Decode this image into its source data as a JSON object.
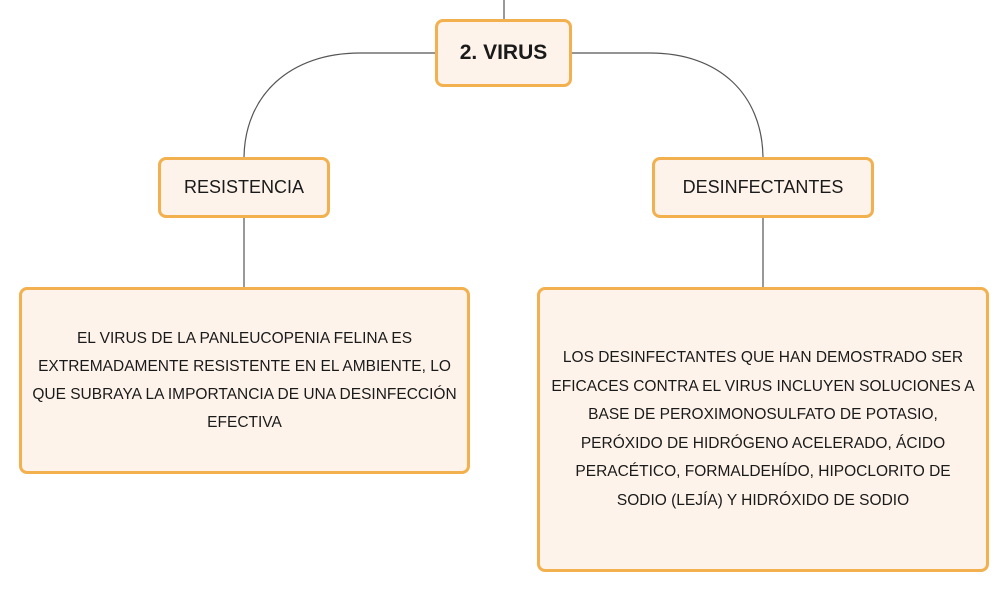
{
  "root": {
    "label": "2. VIRUS"
  },
  "branches": [
    {
      "label": "RESISTENCIA",
      "detail": "EL VIRUS DE LA PANLEUCOPENIA FELINA ES EXTREMADAMENTE RESISTENTE EN EL AMBIENTE, LO QUE SUBRAYA LA IMPORTANCIA DE UNA DESINFECCIÓN EFECTIVA"
    },
    {
      "label": "DESINFECTANTES",
      "detail": "LOS DESINFECTANTES QUE HAN DEMOSTRADO SER EFICACES CONTRA EL VIRUS INCLUYEN SOLUCIONES A BASE DE PEROXIMONOSULFATO DE POTASIO, PERÓXIDO DE HIDRÓGENO ACELERADO, ÁCIDO PERACÉTICO, FORMALDEHÍDO, HIPOCLORITO DE SODIO (LEJÍA) Y HIDRÓXIDO DE SODIO"
    }
  ],
  "colors": {
    "node_border": "#f3b04f",
    "node_fill": "#fdf3ea",
    "connector": "#555555"
  }
}
